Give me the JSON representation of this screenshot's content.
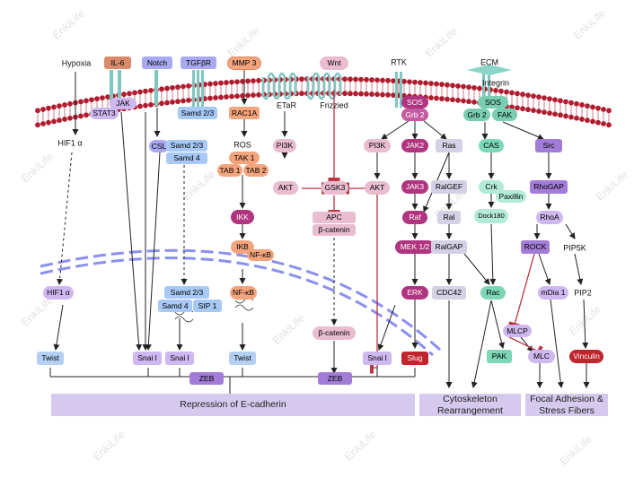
{
  "inputs": {
    "hypoxia": "Hypoxia",
    "il6": "IL-6",
    "notch": "Notch",
    "tgfbr": "TGFβR",
    "mmp3": "MMP 3",
    "wnt": "Wnt",
    "rtk": "RTK",
    "ecm": "ECM",
    "integrin": "Integrin",
    "etar": "ETaR",
    "frizzled": "Frizzied"
  },
  "nodes": {
    "jak": "JAK",
    "stat3": "STAT3",
    "samd23_top": "Samd 2/3",
    "rac1a": "RAC1A",
    "sos1": "SOS",
    "grb2_1": "Grb 2",
    "sos2": "SOS",
    "grb2_2": "Grb 2",
    "fak": "FAK",
    "hif1a_c": "HIF1 α",
    "csl": "CSL",
    "samd23_mid": "Samd 2/3",
    "samd4_mid": "Samd 4",
    "ros": "ROS",
    "tak1": "TAK 1",
    "tab1": "TAB 1",
    "tab2": "TAB 2",
    "pi3k_1": "PI3K",
    "akt_1": "AKT",
    "gsk3": "GSK3",
    "akt_2": "AKT",
    "pi3k_2": "PI3K",
    "jak2": "JAK2",
    "jak3": "JAK3",
    "ras": "Ras",
    "ralgef": "RalGEF",
    "ral": "Ral",
    "ralgap": "RalGAP",
    "raf": "Raf",
    "mek": "MEK 1/2",
    "erk": "ERK",
    "cdc42": "CDC42",
    "cas": "CAS",
    "crk": "Crk",
    "paxillin": "Paxillin",
    "dock180": "Dock180",
    "rac": "Rac",
    "pak": "PAK",
    "mlcp": "MLCP",
    "mlc": "MLC",
    "src": "Src",
    "rhogap": "RhoGAP",
    "rhoa": "RhoA",
    "rock": "ROCK",
    "pip5k": "PIP5K",
    "mdia1": "mDia 1",
    "pip2": "PIP2",
    "vinculin": "Vinculin",
    "ikk": "IKK",
    "ikb": "IKB",
    "nfkb_c": "NF-κB",
    "apc": "APC",
    "bcat_c": "β-catenin",
    "hif1a_n": "HIF1 α",
    "samd23_n": "Samd 2/3",
    "samd4_n": "Samd 4",
    "sip1": "SIP 1",
    "nfkb_n": "NF-κB",
    "bcat_n": "β-catenin",
    "twist1": "Twist",
    "snai1": "Snai l",
    "snai2": "Snai l",
    "twist2": "Twist",
    "snai3": "Snai l",
    "slug": "Slug",
    "zeb1": "ZEB",
    "zeb2": "ZEB"
  },
  "outcomes": {
    "repression": "Repression of E-cadherin",
    "cyto_line1": "Cytoskeleton",
    "cyto_line2": "Rearrangement",
    "focal_line1": "Focal Adhesion &",
    "focal_line2": "Stress Fibers"
  },
  "watermark": "EnkiLife",
  "colors": {
    "membrane": "#b01c2e",
    "nuclear_envelope": "#8b8ff0",
    "outcome_bar": "#d6c9ee",
    "orange": "#f4a47c",
    "salmon": "#d98a6a",
    "purple_light": "#cfb7ef",
    "lavender": "#a9a8f2",
    "sky": "#a8c9f5",
    "pink_light": "#e9bcd0",
    "magenta": "#b0347f",
    "magenta_light": "#c65aa2",
    "grey_lilac": "#d5d0e6",
    "mint": "#7dd6b6",
    "mint_light": "#b2ebd6",
    "violet": "#a27cd6",
    "green_teal": "#79cdb1",
    "red": "#c0242c",
    "blue_light": "#b3d0f3",
    "inhibit": "#b8343f"
  }
}
